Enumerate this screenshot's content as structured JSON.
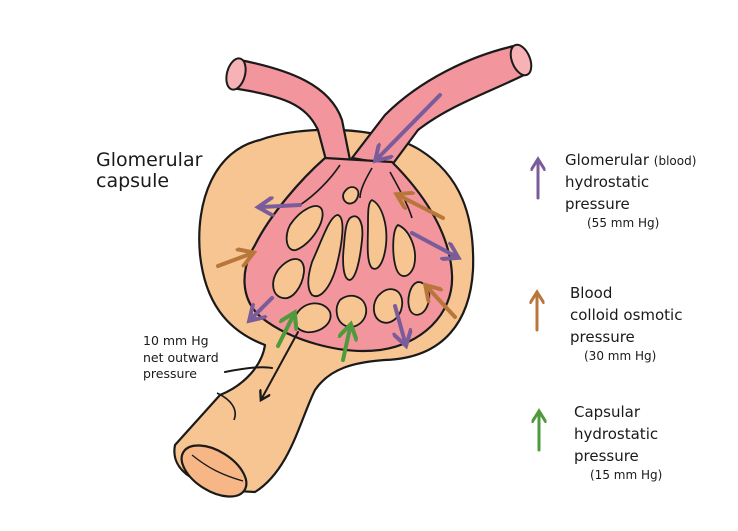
{
  "labels": {
    "capsule": {
      "line1": "Glomerular",
      "line2": "capsule"
    },
    "net_pressure": {
      "value": "10 mm Hg",
      "line1": "net outward",
      "line2": "pressure"
    }
  },
  "legend": [
    {
      "line1_main": "Glomerular",
      "line1_aside": "(blood)",
      "line2": "hydrostatic",
      "line3": "pressure",
      "value": "(55 mm Hg)",
      "color": "#7b5c9a"
    },
    {
      "line1": "Blood",
      "line2": "colloid osmotic",
      "line3": "pressure",
      "value": "(30 mm Hg)",
      "color": "#b9763a"
    },
    {
      "line1": "Capsular",
      "line2": "hydrostatic",
      "line3": "pressure",
      "value": "(15 mm Hg)",
      "color": "#4e9a3c"
    }
  ],
  "colors": {
    "capsule_fill": "#f6c592",
    "vessel_fill": "#f2959c",
    "vessel_light": "#f7b2b6",
    "outline": "#1a1a1a",
    "purple_arrow": "#7b5c9a",
    "brown_arrow": "#b9763a",
    "green_arrow": "#4e9a3c"
  }
}
